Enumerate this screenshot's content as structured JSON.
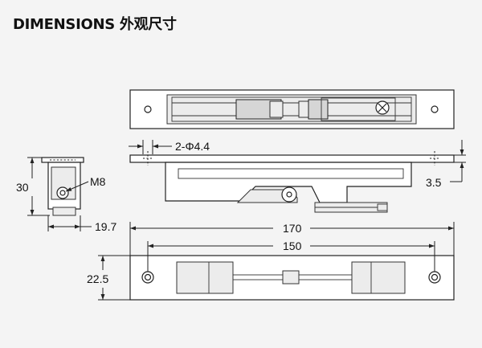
{
  "heading": "DIMENSIONS 外观尺寸",
  "labels": {
    "hole_spec": "2-Φ4.4",
    "thickness": "3.5",
    "height": "30",
    "thread": "M8",
    "width": "19.7",
    "overall_length": "170",
    "hole_pitch": "150",
    "base_width": "22.5"
  }
}
